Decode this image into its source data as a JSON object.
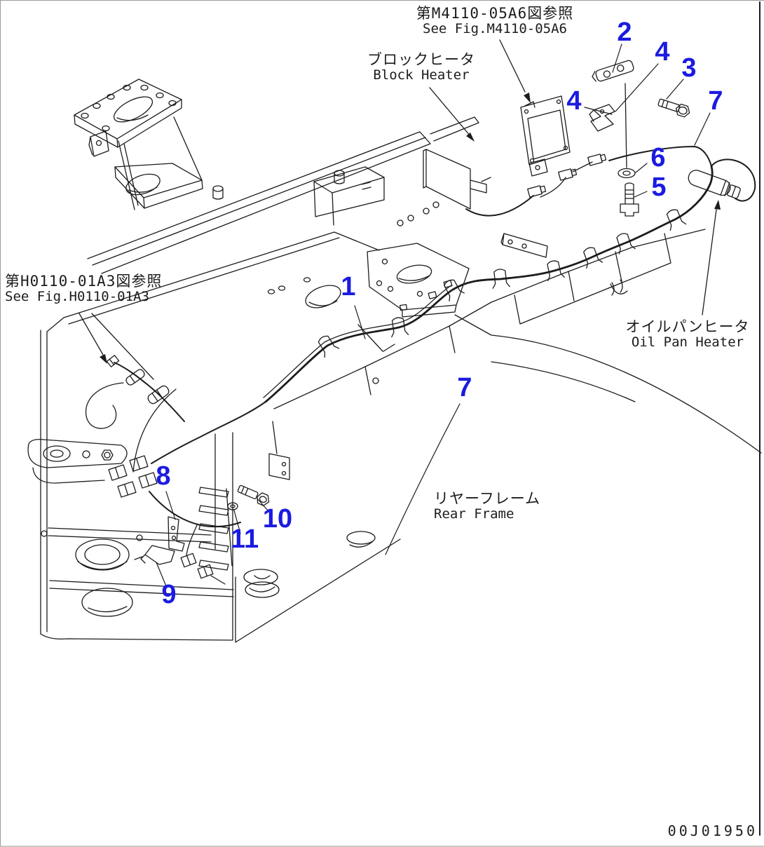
{
  "page": {
    "background": "#ffffff",
    "line_color": "#1c1c1c",
    "callout_color": "#1b1be1",
    "border_color": "#9a9a9a",
    "doc_number": "00J01950"
  },
  "labels": {
    "ref_top": {
      "jp": "第M4110-05A6図参照",
      "en": "See Fig.M4110-05A6"
    },
    "block_heater": {
      "jp": "ブロックヒータ",
      "en": "Block Heater"
    },
    "ref_left": {
      "jp": "第H0110-01A3図参照",
      "en": "See Fig.H0110-01A3"
    },
    "oil_pan_heater": {
      "jp": "オイルパンヒータ",
      "en": "Oil Pan Heater"
    },
    "rear_frame": {
      "jp": "リヤーフレーム",
      "en": "Rear Frame"
    }
  },
  "callouts": [
    {
      "n": "2"
    },
    {
      "n": "4"
    },
    {
      "n": "3"
    },
    {
      "n": "7"
    },
    {
      "n": "4"
    },
    {
      "n": "6"
    },
    {
      "n": "5"
    },
    {
      "n": "1"
    },
    {
      "n": "7"
    },
    {
      "n": "8"
    },
    {
      "n": "10"
    },
    {
      "n": "11"
    },
    {
      "n": "9"
    }
  ]
}
